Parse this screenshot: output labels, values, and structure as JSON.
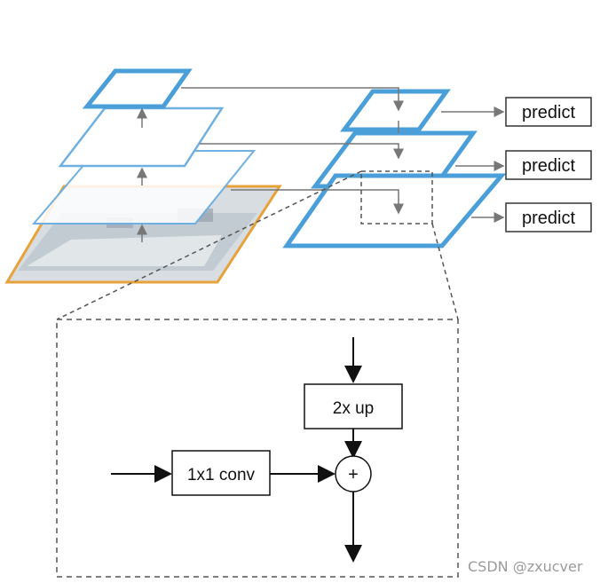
{
  "predict_boxes": [
    {
      "label": "predict"
    },
    {
      "label": "predict"
    },
    {
      "label": "predict"
    }
  ],
  "detail": {
    "upsample_label": "2x up",
    "lateral_label": "1x1 conv",
    "merge_symbol": "+"
  },
  "watermark": "CSDN @zxucver",
  "colors": {
    "feature_map_blue": "#4a9fd8",
    "pyramid_light_blue": "#6fb0e0",
    "input_image_orange": "#e8a23c",
    "line_gray": "#777777",
    "dashed_gray": "#555555",
    "arrow_black": "#111111"
  }
}
